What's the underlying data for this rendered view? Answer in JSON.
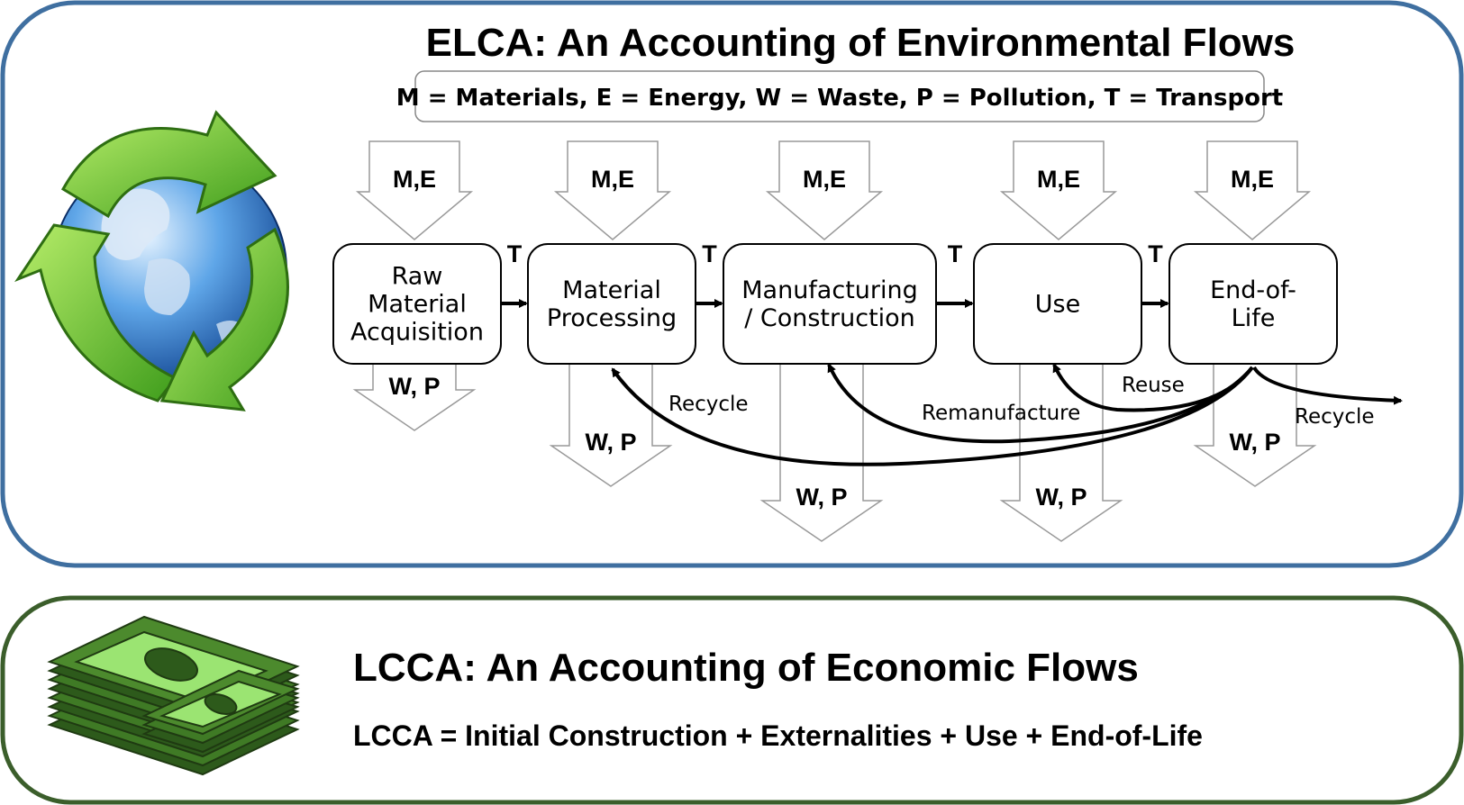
{
  "elca": {
    "title": "ELCA: An Accounting of Environmental Flows",
    "legend": "M = Materials, E = Energy, W = Waste, P = Pollution, T = Transport",
    "inputs_label": "M,E",
    "outputs_label": "W, P",
    "transport_label": "T",
    "stages": [
      {
        "lines": [
          "Raw",
          "Material",
          "Acquisition"
        ]
      },
      {
        "lines": [
          "Material",
          "Processing"
        ]
      },
      {
        "lines": [
          "Manufacturing",
          "/ Construction"
        ]
      },
      {
        "lines": [
          "Use"
        ]
      },
      {
        "lines": [
          "End-of-",
          "Life"
        ]
      }
    ],
    "loops": {
      "recycle_to_processing": "Recycle",
      "remanufacture": "Remanufacture",
      "reuse": "Reuse",
      "recycle_out": "Recycle"
    },
    "icon": "recycling-globe-icon",
    "border_color": "#3f6fa0"
  },
  "lcca": {
    "title": "LCCA: An Accounting of Economic Flows",
    "formula": "LCCA = Initial Construction + Externalities + Use + End-of-Life",
    "icon": "money-stack-icon",
    "border_color": "#3b5e2b"
  }
}
